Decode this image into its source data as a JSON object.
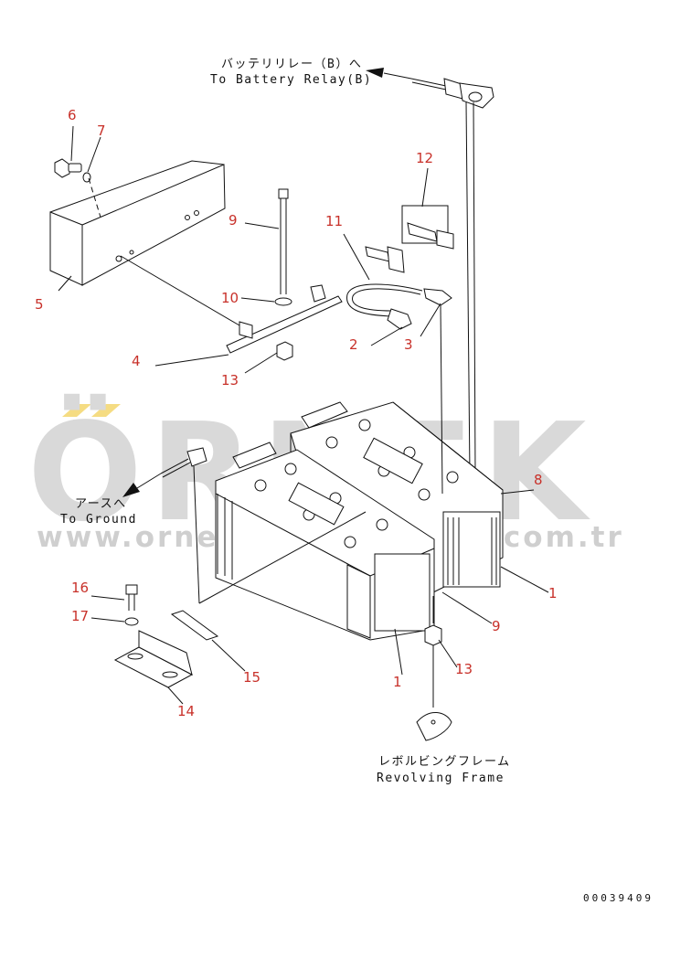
{
  "watermark": {
    "brand": "ÖRNEK",
    "url": "www.orneklastikmerkezi.com.tr",
    "accent_color": "#f5dc82",
    "brand_color": "#d9d9d9"
  },
  "notes": {
    "battery_relay_jp": "バッテリリレー（B）へ",
    "battery_relay_en": "To Battery Relay(B)",
    "ground_jp": "アースへ",
    "ground_en": "To Ground",
    "frame_jp": "レボルビングフレーム",
    "frame_en": "Revolving Frame"
  },
  "drawing_code": "00039409",
  "part_labels": [
    "1",
    "1",
    "2",
    "3",
    "4",
    "5",
    "6",
    "7",
    "8",
    "9",
    "9",
    "10",
    "11",
    "12",
    "13",
    "13",
    "14",
    "15",
    "16",
    "17"
  ],
  "colors": {
    "callout": "#c8312a",
    "line": "#111111"
  }
}
